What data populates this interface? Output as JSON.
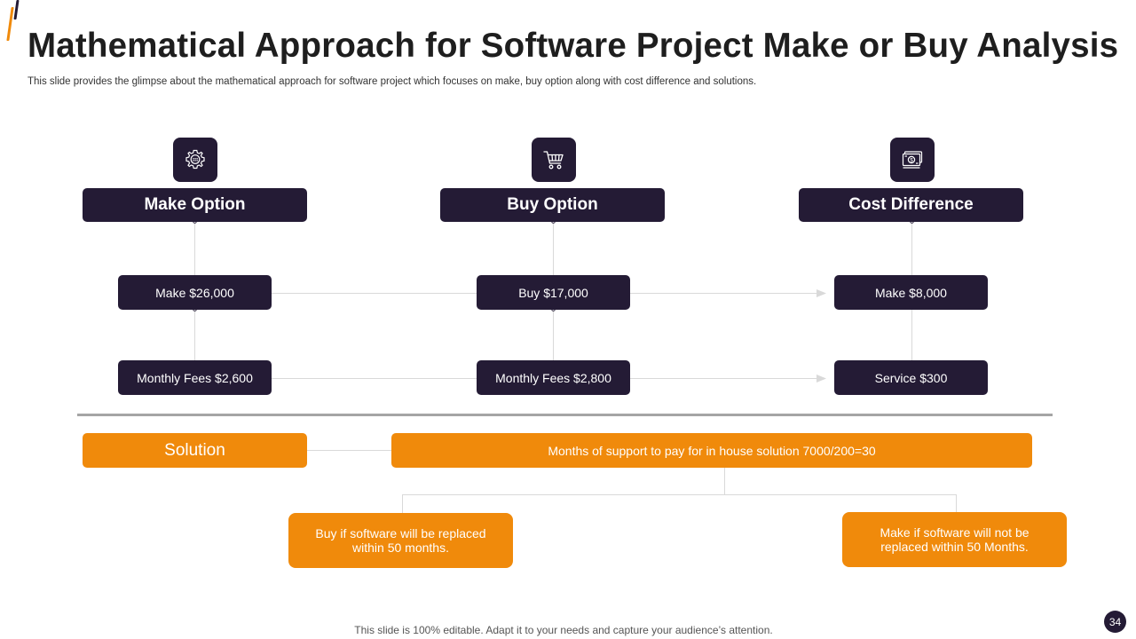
{
  "slide": {
    "title": "Mathematical Approach for Software Project Make or Buy Analysis",
    "subtitle": "This slide provides the glimpse about the mathematical approach for software project which focuses on make, buy option along with cost difference and solutions.",
    "footer": "This slide is 100% editable. Adapt it to your needs and capture your audience’s attention.",
    "page_number": "34"
  },
  "colors": {
    "dark": "#241b35",
    "orange": "#f08a0b",
    "connector": "#d9d9d9",
    "divider": "#a5a5a5"
  },
  "columns": [
    {
      "icon": "gear-icon",
      "header": "Make Option",
      "values": [
        "Make $26,000",
        "Monthly Fees $2,600"
      ]
    },
    {
      "icon": "shopping-cart-icon",
      "header": "Buy Option",
      "values": [
        "Buy $17,000",
        "Monthly Fees $2,800"
      ]
    },
    {
      "icon": "money-bill-icon",
      "header": "Cost Difference",
      "values": [
        "Make $8,000",
        "Service $300"
      ]
    }
  ],
  "solution": {
    "label": "Solution",
    "formula": "Months of support to pay for in house solution 7000/200=30",
    "outcomes": [
      "Buy if software will be replaced within 50 months.",
      "Make if software will not be replaced within 50 Months."
    ]
  }
}
